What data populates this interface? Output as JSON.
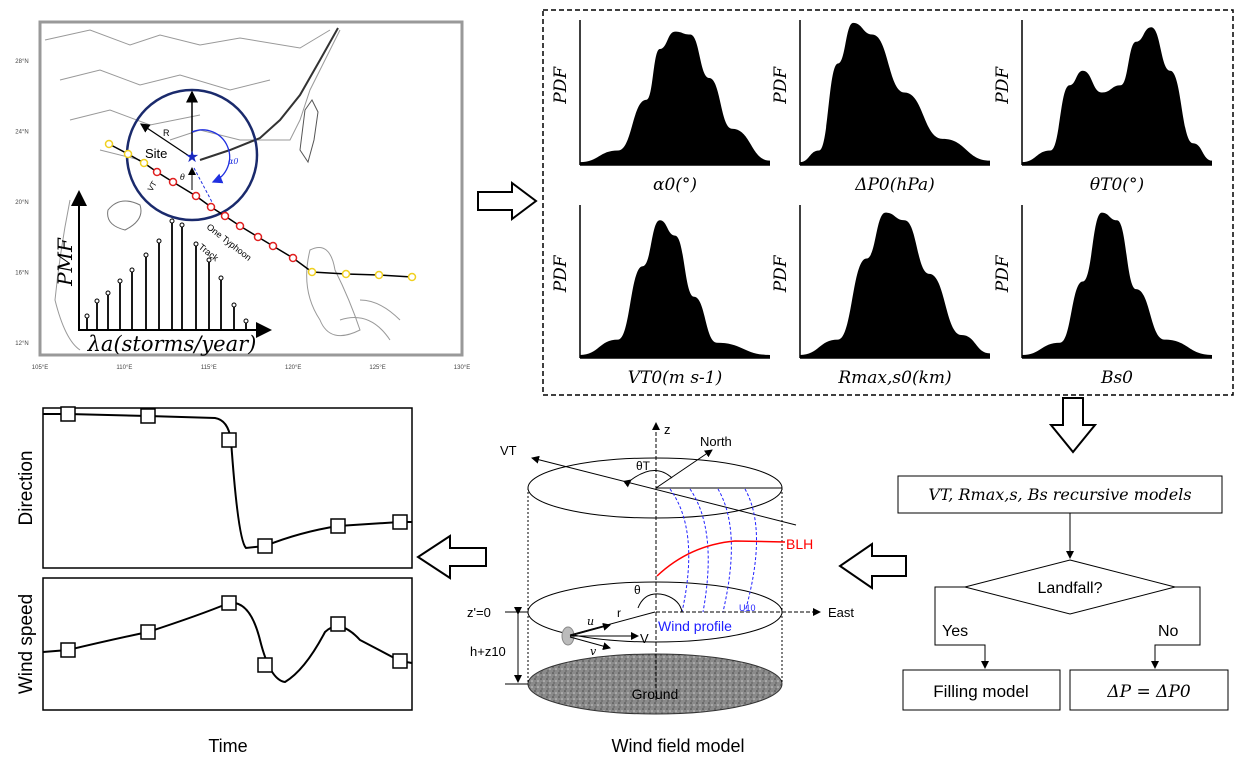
{
  "map": {
    "lat_labels": [
      "28°N",
      "24°N",
      "20°N",
      "16°N",
      "12°N"
    ],
    "lon_labels": [
      "105°E",
      "110°E",
      "115°E",
      "120°E",
      "125°E",
      "130°E"
    ],
    "site_label": "Site",
    "radius_label": "R",
    "alpha_label": "α0",
    "theta_label": "θ",
    "vt_label": "VT",
    "track_label_1": "One Typhoon",
    "track_label_2": "Track",
    "pmf_ylabel": "PMF",
    "pmf_xlabel": "λa(storms/year)",
    "colors": {
      "circle": "#1a2a6c",
      "red_points": "#e02020",
      "yellow_points": "#f0d020",
      "alpha_arc": "#2030e0"
    }
  },
  "pdfs": {
    "ylabel": "PDF",
    "panels": [
      {
        "label": "α0(°)"
      },
      {
        "label": "ΔP0(hPa)"
      },
      {
        "label": "θT0(°)"
      },
      {
        "label": "VT0(m s-1)"
      },
      {
        "label": "Rmax,s0(km)"
      },
      {
        "label": "Bs0"
      }
    ]
  },
  "timeseries": {
    "direction_label": "Direction",
    "speed_label": "Wind speed",
    "time_label": "Time"
  },
  "windfield": {
    "title": "Wind field model",
    "z": "z",
    "north": "North",
    "vt": "VT",
    "theta_t": "θT",
    "blh": "BLH",
    "theta": "θ",
    "r": "r",
    "u10": "U10",
    "east": "East",
    "z0": "z'=0",
    "h": "h+z10",
    "u": "u",
    "v": "v",
    "V": "V",
    "wind_profile": "Wind profile",
    "ground": "Ground",
    "colors": {
      "blh": "#ff0000",
      "profile": "#2020ff"
    }
  },
  "flow": {
    "recursive": "VT, Rmax,s, Bs recursive models",
    "landfall": "Landfall?",
    "yes": "Yes",
    "no": "No",
    "filling": "Filling model",
    "dp": "ΔP = ΔP0"
  }
}
